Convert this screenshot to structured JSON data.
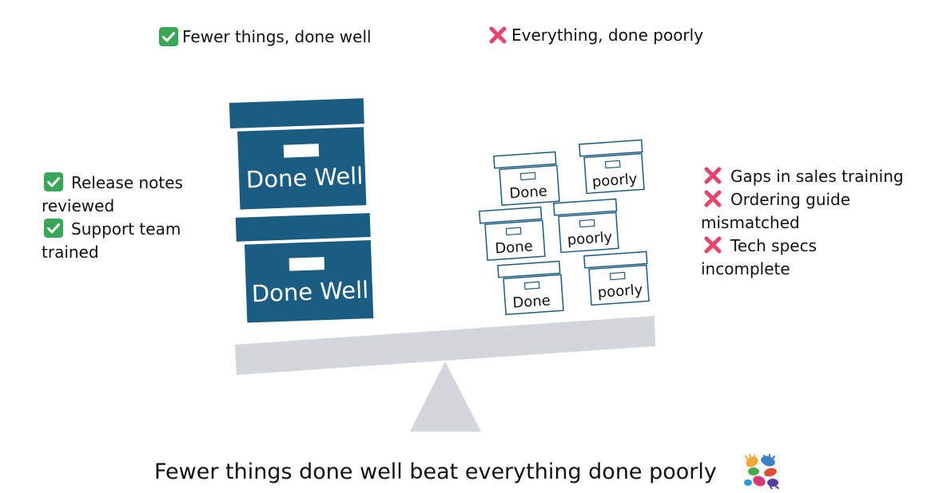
{
  "headings": {
    "left": "Fewer things, done well",
    "right": "Everything, done poorly"
  },
  "left_list": {
    "items": [
      "Release notes",
      "reviewed",
      "Support team",
      "trained"
    ]
  },
  "right_list": {
    "items": [
      "Gaps in sales training",
      "Ordering guide",
      "mismatched",
      "Tech specs",
      "incomplete"
    ]
  },
  "big_boxes": {
    "label": "Done Well"
  },
  "small_boxes": {
    "done": "Done",
    "poorly": "poorly"
  },
  "caption": "Fewer things done well beat everything done poorly",
  "icons": {
    "check": "check-mark-icon",
    "cross": "cross-mark-icon",
    "logo": "colorful-hands-logo-icon"
  },
  "colors": {
    "dark_box": "#1b5c82",
    "outline_box": "#1b5c82",
    "seesaw": "#d3d7db",
    "check_bg": "#3aa757",
    "cross": "#e8436a"
  }
}
